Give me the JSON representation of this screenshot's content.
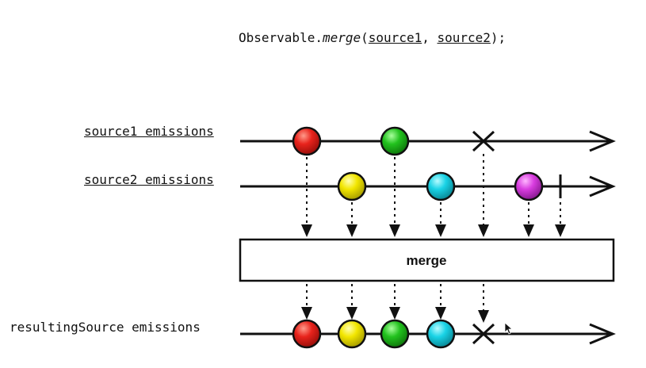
{
  "title": {
    "prefix": "Observable.",
    "method": "merge",
    "open": "(",
    "arg1": "source1",
    "sep": ", ",
    "arg2": "source2",
    "close": ");"
  },
  "timelines": {
    "source1": {
      "label": "source1 emissions"
    },
    "source2": {
      "label": "source2 emissions"
    },
    "result": {
      "label": "resultingSource emissions"
    }
  },
  "operator": {
    "label": "merge"
  },
  "colors": {
    "red": "#e8231c",
    "yellow": "#f2e600",
    "green": "#22c21e",
    "cyan": "#19d3e6",
    "magenta": "#d93de0"
  },
  "icons": [
    "arrow-head-icon",
    "error-x-icon",
    "completion-bar-icon",
    "cursor-icon"
  ]
}
